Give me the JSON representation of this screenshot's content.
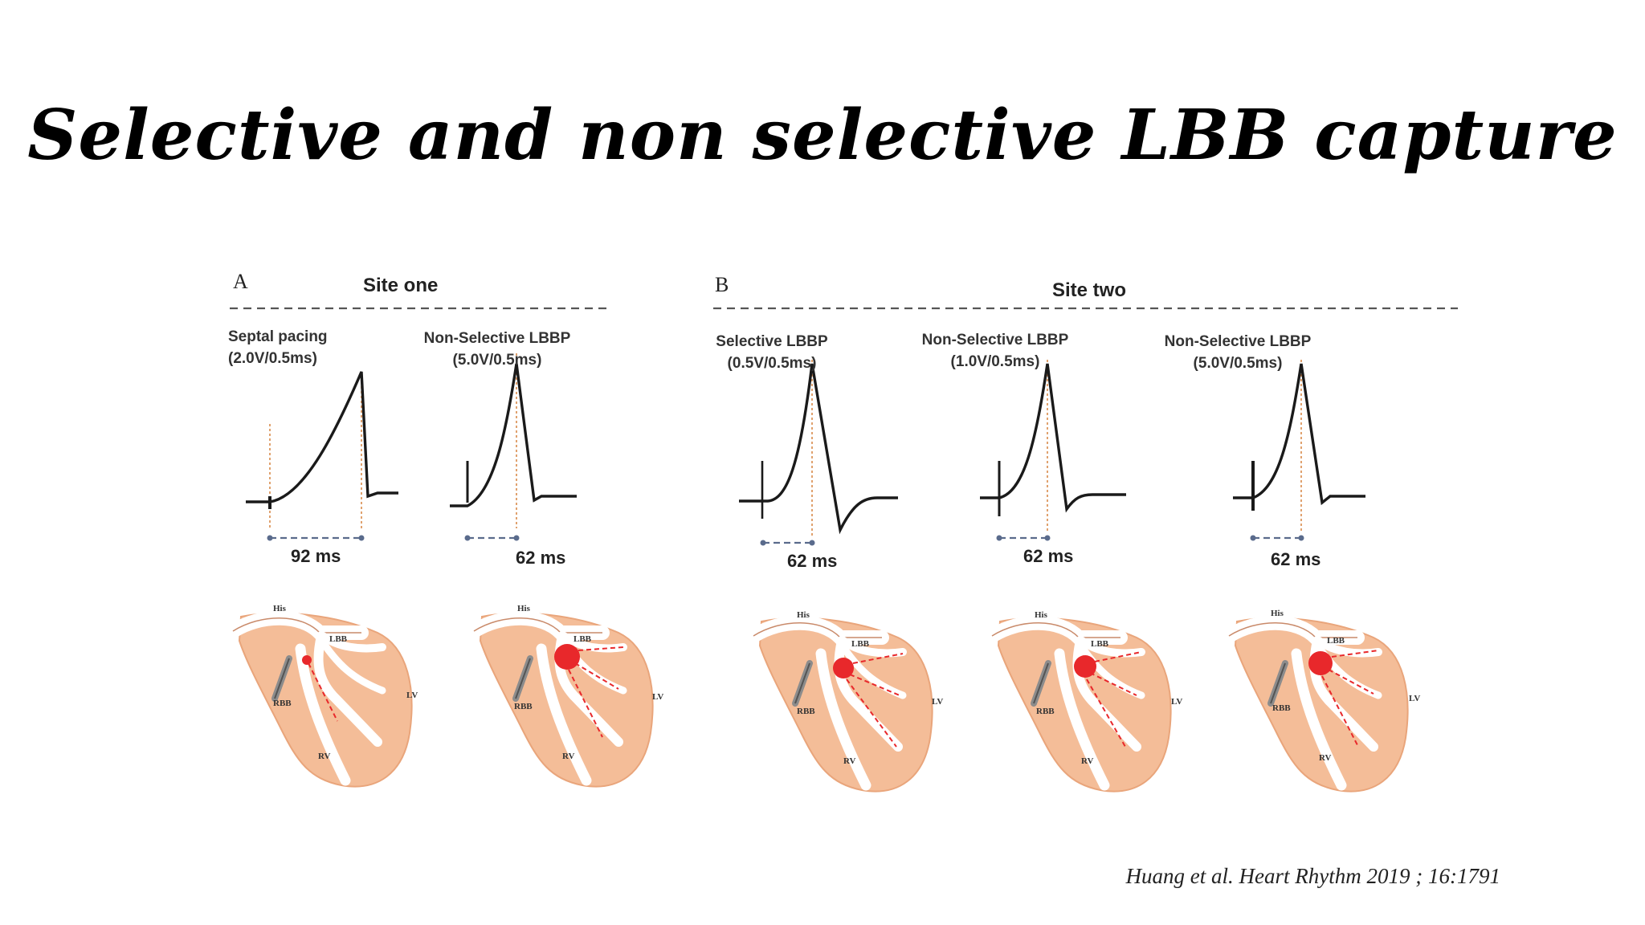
{
  "title": "Selective and non selective LBB capture",
  "citation": "Huang  et al. Heart Rhythm 2019 ; 16:1791",
  "colors": {
    "heart": "#f4bd98",
    "heart_edge": "#e9a57b",
    "capture": "#e8282b",
    "trace": "#1a1a1a",
    "interval": "#5a6b8c",
    "stim_marker": "#d88a4a"
  },
  "panels": [
    {
      "letter": "A",
      "site": "Site one"
    },
    {
      "letter": "B",
      "site": "Site two"
    }
  ],
  "traces": [
    {
      "label_line1": "Septal pacing",
      "label_line2": "(2.0V/0.5ms)",
      "interval": "92 ms"
    },
    {
      "label_line1": "Non-Selective LBBP",
      "label_line2": "(5.0V/0.5ms)",
      "interval": "62 ms"
    },
    {
      "label_line1": "Selective LBBP",
      "label_line2": "(0.5V/0.5ms)",
      "interval": "62 ms"
    },
    {
      "label_line1": "Non-Selective LBBP",
      "label_line2": "(1.0V/0.5ms)",
      "interval": "62 ms"
    },
    {
      "label_line1": "Non-Selective LBBP",
      "label_line2": "(5.0V/0.5ms)",
      "interval": "62 ms"
    }
  ],
  "heart_labels": {
    "his": "His",
    "lbb": "LBB",
    "rbb": "RBB",
    "lv": "LV",
    "rv": "RV"
  }
}
